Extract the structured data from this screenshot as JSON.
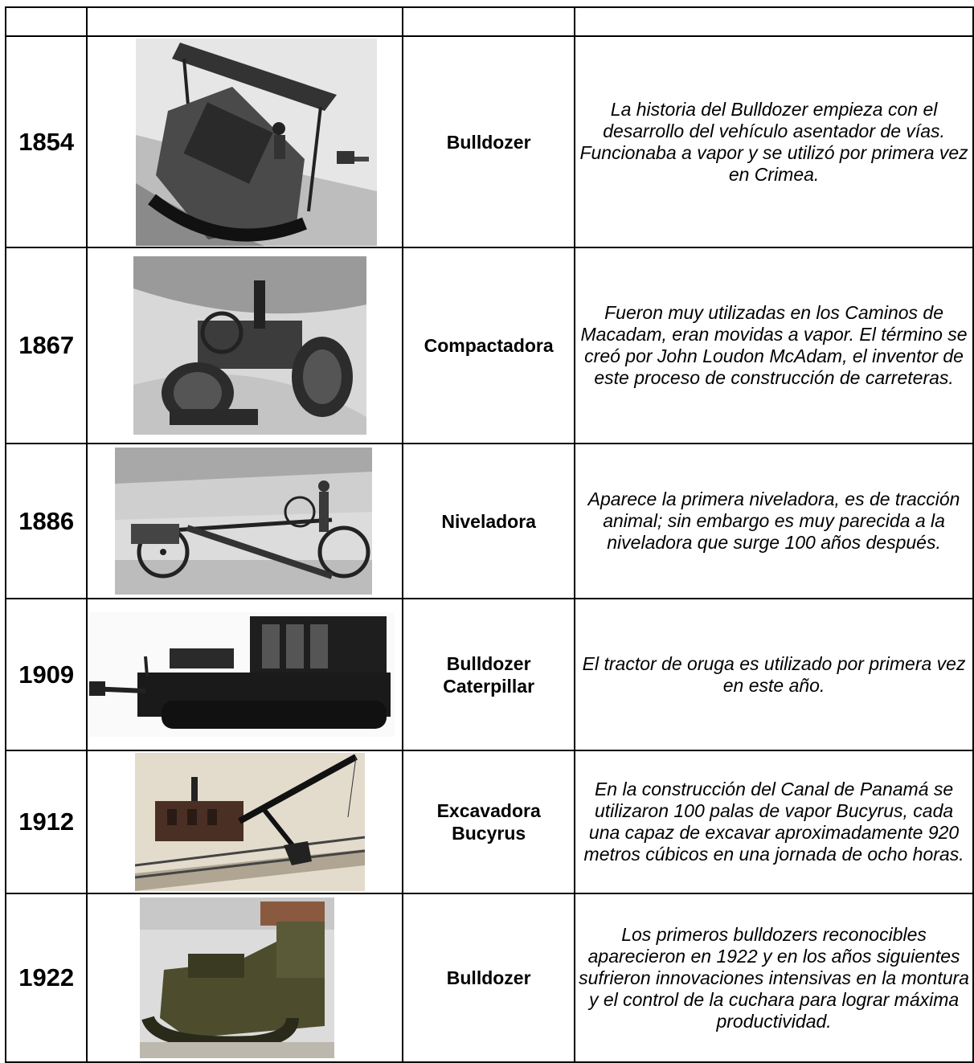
{
  "header": [
    "",
    "",
    "",
    ""
  ],
  "rows": [
    {
      "year": "1854",
      "name_lines": [
        "Bulldozer"
      ],
      "description": "La historia del Bulldozer empieza con el desarrollo del vehículo asentador de vías. Funcionaba a vapor y se utilizó por primera vez en Crimea.",
      "image_subject": "steam-track-layer-photo"
    },
    {
      "year": "1867",
      "name_lines": [
        "Compactadora"
      ],
      "description": "Fueron muy utilizadas en los Caminos de Macadam, eran movidas a vapor. El término se creó por John Loudon McAdam, el inventor de este proceso de construcción de carreteras.",
      "image_subject": "steam-roller-engraving"
    },
    {
      "year": "1886",
      "name_lines": [
        "Niveladora"
      ],
      "description": "Aparece la primera niveladora, es de tracción animal; sin embargo es muy parecida a la niveladora que surge 100 años después.",
      "image_subject": "horse-drawn-grader-photo"
    },
    {
      "year": "1909",
      "name_lines": [
        "Bulldozer",
        "Caterpillar"
      ],
      "description": "El tractor de oruga es utilizado por primera vez en este año.",
      "image_subject": "crawler-tractor-photo"
    },
    {
      "year": "1912",
      "name_lines": [
        "Excavadora",
        "Bucyrus"
      ],
      "description": "En la construcción del Canal de Panamá se utilizaron 100 palas de vapor Bucyrus, cada una capaz de excavar aproximadamente 920 metros cúbicos en una jornada de ocho horas.",
      "image_subject": "steam-shovel-model-photo"
    },
    {
      "year": "1922",
      "name_lines": [
        "Bulldozer"
      ],
      "description": "Los primeros bulldozers reconocibles aparecieron en 1922 y en los años siguientes sufrieron innovaciones intensivas en la montura y el control de la cuchara para lograr máxima productividad.",
      "image_subject": "early-bulldozer-photo"
    }
  ]
}
